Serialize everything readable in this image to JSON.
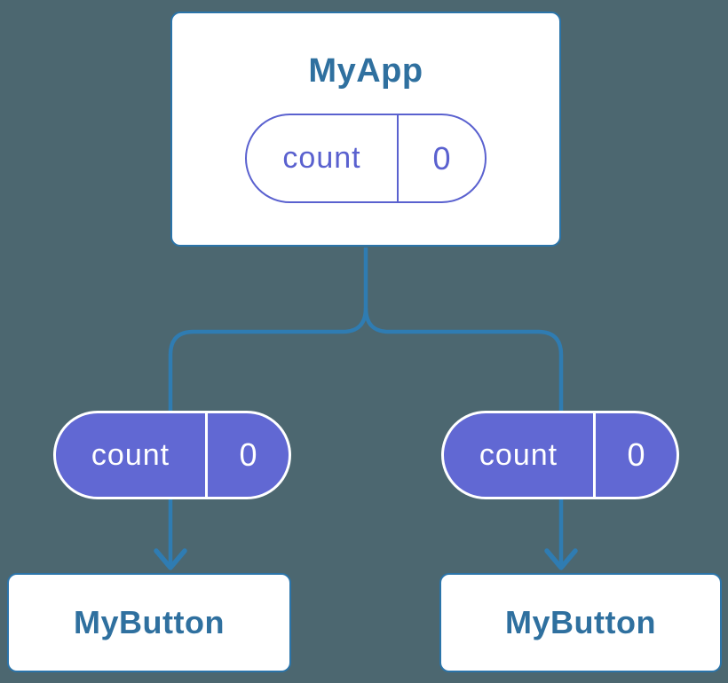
{
  "diagram": {
    "description": "Component tree diagram: parent component holding state passed down as props to two child components",
    "root": {
      "title": "MyApp",
      "state": {
        "name": "count",
        "value": "0"
      }
    },
    "children": [
      {
        "title": "MyButton",
        "prop": {
          "name": "count",
          "value": "0"
        }
      },
      {
        "title": "MyButton",
        "prop": {
          "name": "count",
          "value": "0"
        }
      }
    ]
  },
  "colors": {
    "background": "#4c6770",
    "line": "#2f7cb2",
    "card-border": "#2b74a9",
    "card-bg": "#ffffff",
    "title-text": "#2f709f",
    "purple-fill": "#6168d3",
    "purple-stroke": "#5a61cf",
    "pill-text-light": "#ffffff"
  }
}
